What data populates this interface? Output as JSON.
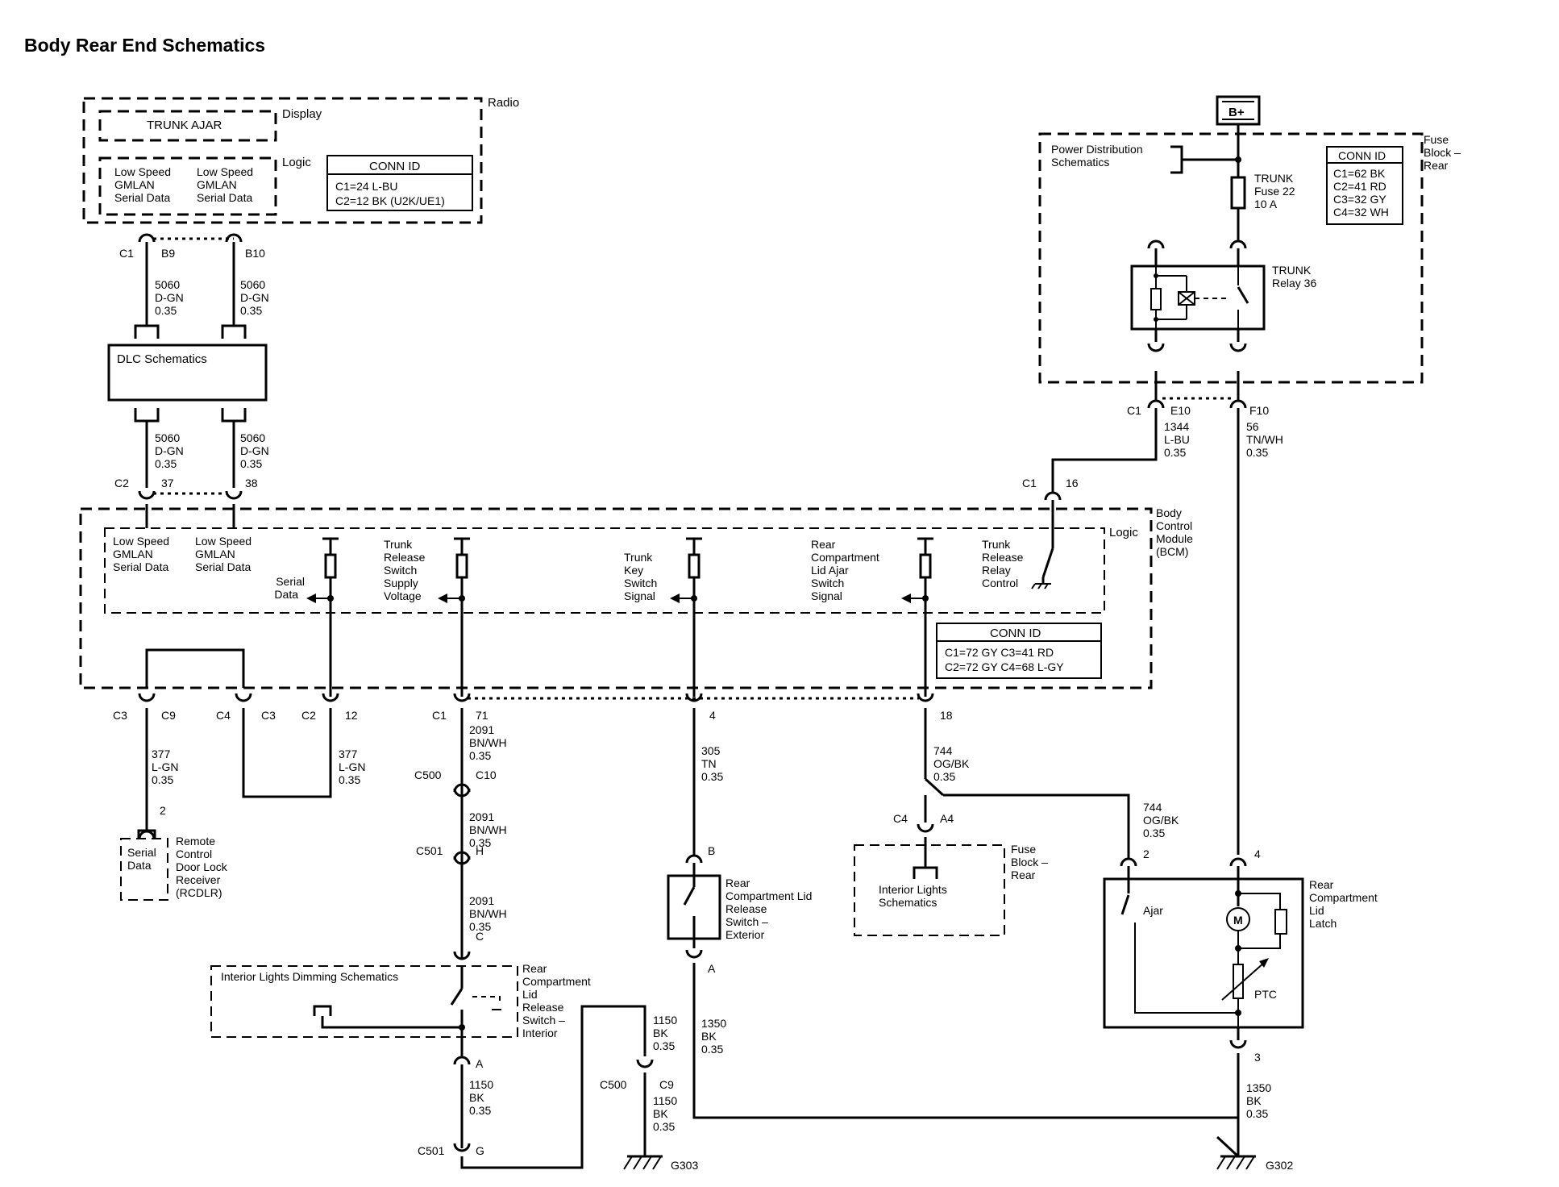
{
  "title": "Body Rear End Schematics",
  "radio": {
    "name": "Radio",
    "display": "Display",
    "trunk_ajar": "TRUNK AJAR",
    "logic": "Logic",
    "gmlan_left": [
      "Low Speed",
      "GMLAN",
      "Serial Data"
    ],
    "gmlan_right": [
      "Low Speed",
      "GMLAN",
      "Serial Data"
    ],
    "conn_id_title": "CONN ID",
    "conn_id": [
      "C1=24 L-BU",
      "C2=12 BK (U2K/UE1)"
    ]
  },
  "radio_pins": {
    "conn": "C1",
    "left": "B9",
    "right": "B10"
  },
  "wires_top": {
    "left": [
      "5060",
      "D-GN",
      "0.35"
    ],
    "right": [
      "5060",
      "D-GN",
      "0.35"
    ]
  },
  "dlc": "DLC Schematics",
  "wires_mid": {
    "left": [
      "5060",
      "D-GN",
      "0.35"
    ],
    "right": [
      "5060",
      "D-GN",
      "0.35"
    ]
  },
  "bcm_top_pins": {
    "conn": "C2",
    "left": "37",
    "right": "38"
  },
  "bcm": {
    "name": [
      "Body",
      "Control",
      "Module",
      "(BCM)"
    ],
    "logic": "Logic",
    "gmlan_left": [
      "Low Speed",
      "GMLAN",
      "Serial Data"
    ],
    "gmlan_right": [
      "Low Speed",
      "GMLAN",
      "Serial Data"
    ],
    "serial_data": [
      "Serial",
      "Data"
    ],
    "trunk_release_supply": [
      "Trunk",
      "Release",
      "Switch",
      "Supply",
      "Voltage"
    ],
    "trunk_key": [
      "Trunk",
      "Key",
      "Switch",
      "Signal"
    ],
    "rear_compartment": [
      "Rear",
      "Compartment",
      "Lid Ajar",
      "Switch",
      "Signal"
    ],
    "trunk_relay_control": [
      "Trunk",
      "Release",
      "Relay",
      "Control"
    ],
    "conn_id_title": "CONN ID",
    "conn_id": [
      "C1=72 GY   C3=41 RD",
      "C2=72 GY   C4=68 L-GY"
    ]
  },
  "bcm_relay_pin": {
    "conn": "C1",
    "pin": "16"
  },
  "power": {
    "b_plus": "B+",
    "pds": [
      "Power Distribution",
      "Schematics"
    ],
    "fuse": [
      "TRUNK",
      "Fuse 22",
      "10 A"
    ],
    "relay": [
      "TRUNK",
      "Relay 36"
    ],
    "fuse_block": [
      "Fuse",
      "Block –",
      "Rear"
    ],
    "conn_id_title": "CONN ID",
    "conn_id": [
      "C1=62 BK",
      "C2=41 RD",
      "C3=32 GY",
      "C4=32 WH"
    ],
    "pin_conn": "C1",
    "pin_e": "E10",
    "pin_f": "F10",
    "wire_e": [
      "1344",
      "L-BU",
      "0.35"
    ],
    "wire_f": [
      "56",
      "TN/WH",
      "0.35"
    ]
  },
  "bottom_pins": {
    "c3": "C3",
    "c9": "C9",
    "c4": "C4",
    "c3b": "C3",
    "c2": "C2",
    "p12": "12",
    "c1": "C1",
    "p71": "71",
    "p4": "4",
    "p18": "18"
  },
  "wire_377_left": [
    "377",
    "L-GN",
    "0.35"
  ],
  "wire_377_right": [
    "377",
    "L-GN",
    "0.35"
  ],
  "rcdlr": {
    "pin": "2",
    "box": [
      "Serial",
      "Data"
    ],
    "name": [
      "Remote",
      "Control",
      "Door Lock",
      "Receiver",
      "(RCDLR)"
    ]
  },
  "trunk_supply_chain": {
    "w1": [
      "2091",
      "BN/WH",
      "0.35"
    ],
    "c500": "C500",
    "c10": "C10",
    "w2": [
      "2091",
      "BN/WH",
      "0.35"
    ],
    "c501": "C501",
    "h": "H",
    "w3": [
      "2091",
      "BN/WH",
      "0.35"
    ],
    "c": "C"
  },
  "interior_dimming": "Interior Lights Dimming Schematics",
  "interior_switch": [
    "Rear",
    "Compartment",
    "Lid",
    "Release",
    "Switch –",
    "Interior"
  ],
  "lower_chain": {
    "a": "A",
    "w1": [
      "1150",
      "BK",
      "0.35"
    ],
    "c501": "C501",
    "g": "G",
    "w2": [
      "1150",
      "BK",
      "0.35"
    ],
    "c500": "C500",
    "c9": "C9",
    "w3": [
      "1150",
      "BK",
      "0.35"
    ],
    "g303": "G303"
  },
  "key_switch": {
    "w305": [
      "305",
      "TN",
      "0.35"
    ],
    "b": "B",
    "name": [
      "Rear",
      "Compartment Lid",
      "Release",
      "Switch –",
      "Exterior"
    ],
    "a": "A",
    "w1350": [
      "1350",
      "BK",
      "0.35"
    ]
  },
  "ajar_chain": {
    "w744_top": [
      "744",
      "OG/BK",
      "0.35"
    ],
    "c4": "C4",
    "a4": "A4",
    "w744_right": [
      "744",
      "OG/BK",
      "0.35"
    ],
    "interior": [
      "Interior Lights",
      "Schematics"
    ],
    "fuse_block": [
      "Fuse",
      "Block –",
      "Rear"
    ]
  },
  "latch": {
    "pin2": "2",
    "pin4": "4",
    "pin3": "3",
    "ajar": "Ajar",
    "motor": "M",
    "ptc": "PTC",
    "name": [
      "Rear",
      "Compartment",
      "Lid",
      "Latch"
    ],
    "w1350": [
      "1350",
      "BK",
      "0.35"
    ],
    "g302": "G302"
  }
}
